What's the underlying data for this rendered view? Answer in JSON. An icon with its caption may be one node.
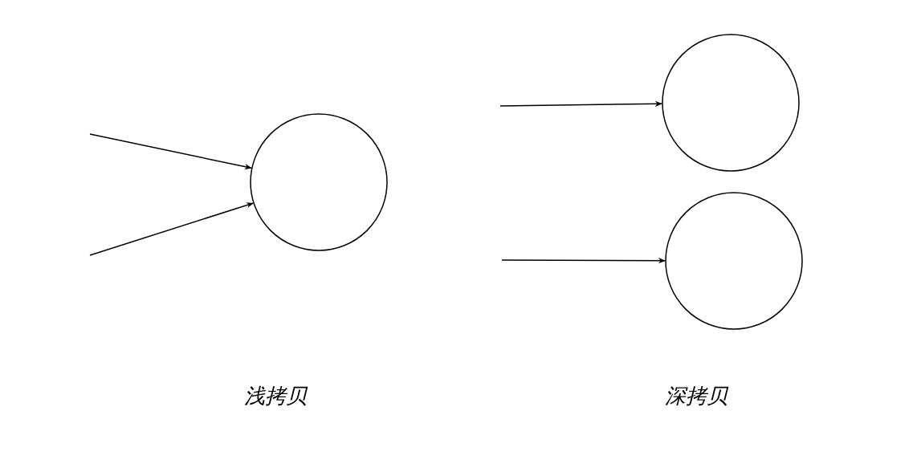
{
  "diagram": {
    "nodes": [
      {
        "text": [],
        "shape": "circle"
      },
      {
        "text": [],
        "shape": "circle"
      },
      {
        "text": [],
        "shape": "circle"
      }
    ],
    "edges": [
      {
        "from": null,
        "to": 0,
        "arrow": "to"
      },
      {
        "from": null,
        "to": 0,
        "arrow": "to"
      },
      {
        "from": null,
        "to": 1,
        "arrow": "to"
      },
      {
        "from": null,
        "to": 2,
        "arrow": "to"
      }
    ],
    "labels": [
      "浅拷贝",
      "深拷贝"
    ]
  }
}
